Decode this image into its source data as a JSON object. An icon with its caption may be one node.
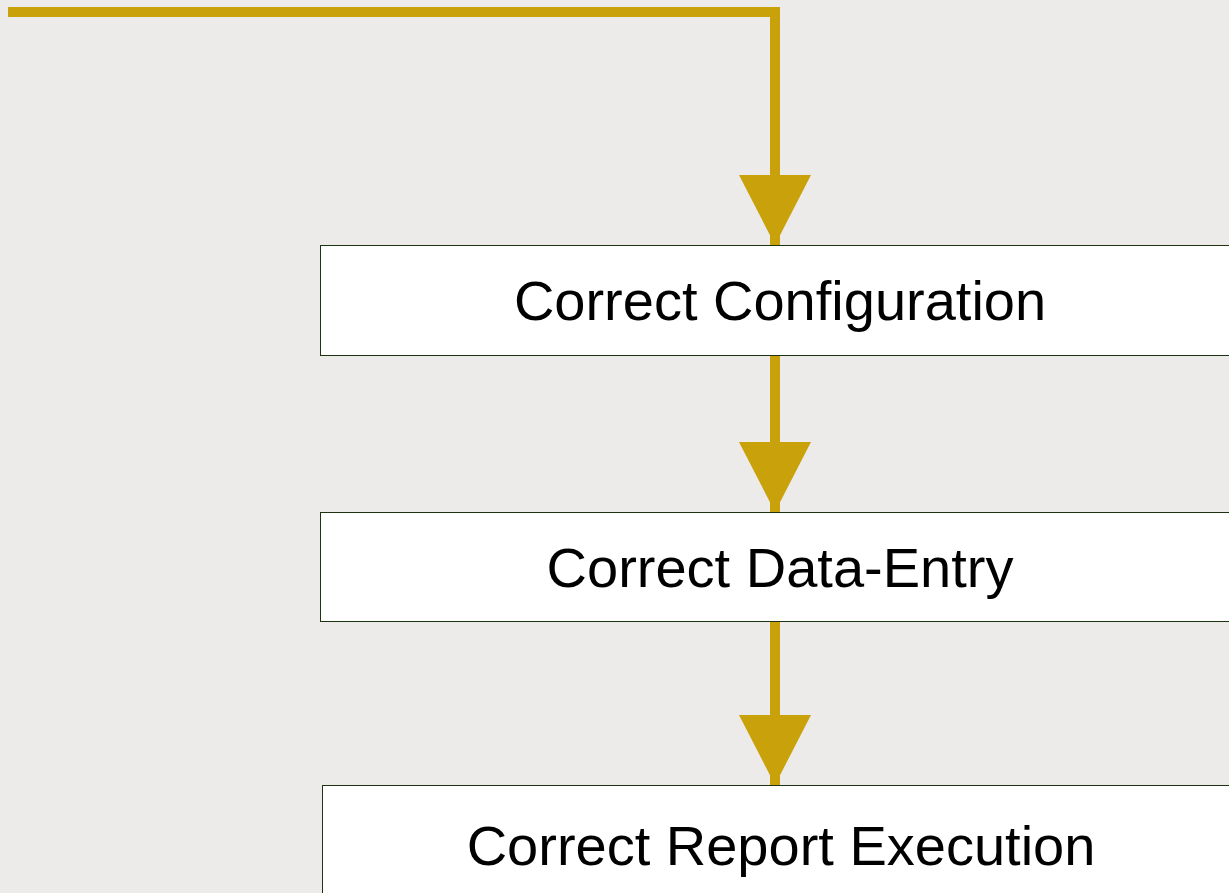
{
  "diagram": {
    "nodes": [
      {
        "text": [
          "Correct Configuration"
        ]
      },
      {
        "text": [
          "Correct Data-Entry"
        ]
      },
      {
        "text": [
          "Correct Report Execution"
        ]
      }
    ],
    "edges": [
      {
        "from": null,
        "to": 0,
        "arrow": "to"
      },
      {
        "from": 0,
        "to": 1,
        "arrow": "to"
      },
      {
        "from": 1,
        "to": 2,
        "arrow": "to"
      }
    ]
  }
}
